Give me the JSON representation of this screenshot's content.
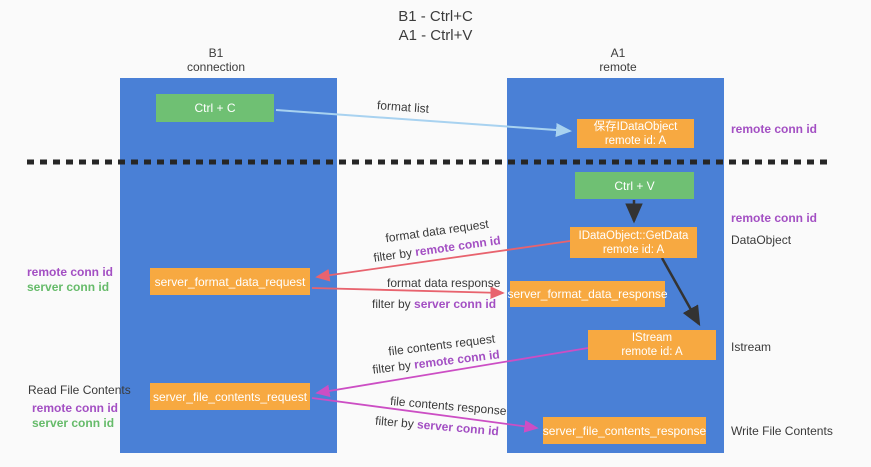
{
  "title": {
    "line1": "B1 - Ctrl+C",
    "line2": "A1 - Ctrl+V"
  },
  "lanes": {
    "left": {
      "name": "B1",
      "role": "connection"
    },
    "right": {
      "name": "A1",
      "role": "remote"
    }
  },
  "boxes": {
    "ctrl_c": {
      "label": "Ctrl + C"
    },
    "ctrl_v": {
      "label": "Ctrl + V"
    },
    "save_dataobject": {
      "line1": "保存IDataObject",
      "line2": "remote id: A"
    },
    "getdata": {
      "line1": "IDataObject::GetData",
      "line2": "remote id: A"
    },
    "istream": {
      "line1": "IStream",
      "line2": "remote id: A"
    },
    "format_request": {
      "label": "server_format_data_request"
    },
    "format_response": {
      "label": "server_format_data_response"
    },
    "file_request": {
      "label": "server_file_contents_request"
    },
    "file_response": {
      "label": "server_file_contents_response"
    }
  },
  "arrow_labels": {
    "format_list": "format list",
    "format_data_request": "format data request",
    "format_data_response": "format data response",
    "file_contents_request": "file contents request",
    "file_contents_response": "file contents response",
    "filter_by": "filter by ",
    "remote_conn_id": "remote conn id",
    "server_conn_id": "server conn id"
  },
  "side_labels": {
    "right_remote_conn_id_top": "remote conn id",
    "right_remote_conn_id_mid": "remote conn id",
    "dataobject": "DataObject",
    "istream": "Istream",
    "write_file_contents": "Write File Contents",
    "read_file_contents": "Read File Contents",
    "left_remote_conn_id": "remote conn id",
    "left_server_conn_id": "server conn id",
    "left_remote_conn_id_2": "remote conn id",
    "left_server_conn_id_2": "server conn id"
  },
  "colors": {
    "lane_blue": "#4a80d6",
    "box_green": "#6fc073",
    "box_orange": "#f7a941",
    "arrow_red": "#e8636e",
    "arrow_magenta": "#cc4ec4",
    "arrow_lightblue": "#a8d2f0",
    "arrow_black": "#333333",
    "label_purple": "#a34fc3",
    "label_green": "#66bb6a",
    "dashed_line": "#262626"
  }
}
